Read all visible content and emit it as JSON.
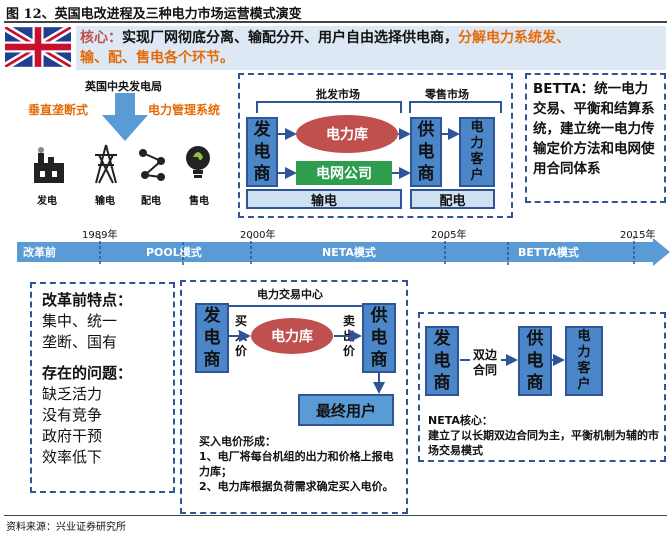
{
  "title": "图 12、英国电改进程及三种电力市场运营模式演变",
  "core": {
    "prefix": "核心：",
    "text": "实现厂网彻底分离、输配分开、用户自由选择供电商，",
    "highlight1": "分解电力系统发、",
    "highlight2": "输、配、售电各个环节。"
  },
  "cegb": {
    "title": "英国中央发电局",
    "left": "垂直垄断式",
    "right": "电力管理系统",
    "icons": [
      "发电",
      "输电",
      "配电",
      "售电"
    ]
  },
  "pool": {
    "wholesale": "批发市场",
    "retail": "零售市场",
    "gen": "发电商",
    "pool": "电力库",
    "grid": "电网公司",
    "supplier": "供电商",
    "customer": "电力客户",
    "transmission": "输电",
    "distribution": "配电"
  },
  "betta": {
    "text": "BETTA：统一电力交易、平衡和结算系统，建立统一电力传输定价方法和电网使用合同体系"
  },
  "timeline": {
    "labels": [
      "改革前",
      "POOL模式",
      "NETA模式",
      "BETTA模式"
    ],
    "years": [
      "1989年",
      "2000年",
      "2005年",
      "2015年"
    ]
  },
  "pre": {
    "h1": "改革前特点：",
    "l1": "集中、统一",
    "l2": "垄断、国有",
    "h2": "存在的问题：",
    "p1": "缺乏活力",
    "p2": "没有竞争",
    "p3": "政府干预",
    "p4": "效率低下"
  },
  "poolmode": {
    "center": "电力交易中心",
    "gen": "发电商",
    "buy": "买入价",
    "pool": "电力库",
    "sell": "卖出价",
    "supplier": "供电商",
    "enduser": "最终用户",
    "f_title": "买入电价形成：",
    "f1": "1、电厂将每台机组的出力和价格上报电力库；",
    "f2": "2、电力库根据负荷需求确定买入电价。"
  },
  "neta": {
    "gen": "发电商",
    "contract": "双边合同",
    "supplier": "供电商",
    "customer": "电力客户",
    "core_title": "NETA核心：",
    "core_text": "建立了以长期双边合同为主，平衡机制为辅的市场交易模式"
  },
  "source": "资料来源：兴业证券研究所"
}
